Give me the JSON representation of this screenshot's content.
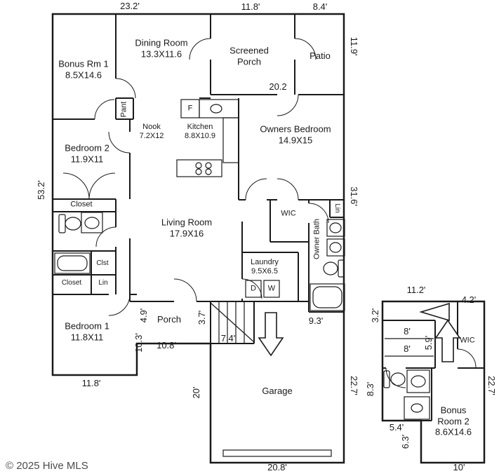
{
  "copyright": "© 2025 Hive MLS",
  "rooms": {
    "bonus_rm_1": {
      "name": "Bonus Rm 1",
      "size": "8.5X14.6"
    },
    "dining_room": {
      "name": "Dining Room",
      "size": "13.3X11.6"
    },
    "screened_porch": {
      "name": "Screened Porch",
      "size": "20.2"
    },
    "patio": {
      "name": "Patio"
    },
    "pantry": {
      "name": "Pant"
    },
    "fridge": {
      "name": "F"
    },
    "nook": {
      "name": "Nook",
      "size": "7.2X12"
    },
    "kitchen": {
      "name": "Kitchen",
      "size": "8.8X10.9"
    },
    "owners_bedroom": {
      "name": "Owners Bedroom",
      "size": "14.9X15"
    },
    "bedroom_2": {
      "name": "Bedroom 2",
      "size": "11.9X11"
    },
    "closet_upper": {
      "name": "Closet"
    },
    "living_room": {
      "name": "Living Room",
      "size": "17.9X16"
    },
    "wic_main": {
      "name": "WIC"
    },
    "linen_main": {
      "name": "Lin"
    },
    "owner_bath": {
      "name": "Owner Bath"
    },
    "clst": {
      "name": "Clst"
    },
    "closet_lower": {
      "name": "Closet"
    },
    "linen_hall": {
      "name": "Lin"
    },
    "laundry": {
      "name": "Laundry",
      "size": "9.5X6.5"
    },
    "dryer": {
      "name": "D"
    },
    "washer": {
      "name": "W"
    },
    "bedroom_1": {
      "name": "Bedroom 1",
      "size": "11.8X11"
    },
    "porch": {
      "name": "Porch"
    },
    "garage": {
      "name": "Garage"
    },
    "wic_annex": {
      "name": "WIC"
    },
    "bonus_room_2": {
      "name": "Bonus Room 2",
      "size": "8.6X14.6"
    }
  },
  "dimensions": {
    "d23_2": "23.2'",
    "d11_8_top": "11.8'",
    "d8_4": "8.4'",
    "d11_9": "11.9'",
    "d53_2": "53.2'",
    "d31_6": "31.6'",
    "d4_9": "4.9'",
    "d3_7": "3.7'",
    "d10_3": "10.3'",
    "d10_8": "10.8'",
    "d7_4": "7.4'",
    "d9_3": "9.3'",
    "d11_8_bottom": "11.8'",
    "d20": "20'",
    "d22_7_garage": "22.7'",
    "d20_8": "20.8'",
    "d11_2": "11.2'",
    "d4_2": "4.2'",
    "d3_2": "3.2'",
    "d8_upper": "8'",
    "d8_lower": "8'",
    "d5_9": "5.9'",
    "d8_3": "8.3'",
    "d22_7_annex": "22.7'",
    "d5_4": "5.4'",
    "d6_3": "6.3'",
    "d10": "10'"
  }
}
